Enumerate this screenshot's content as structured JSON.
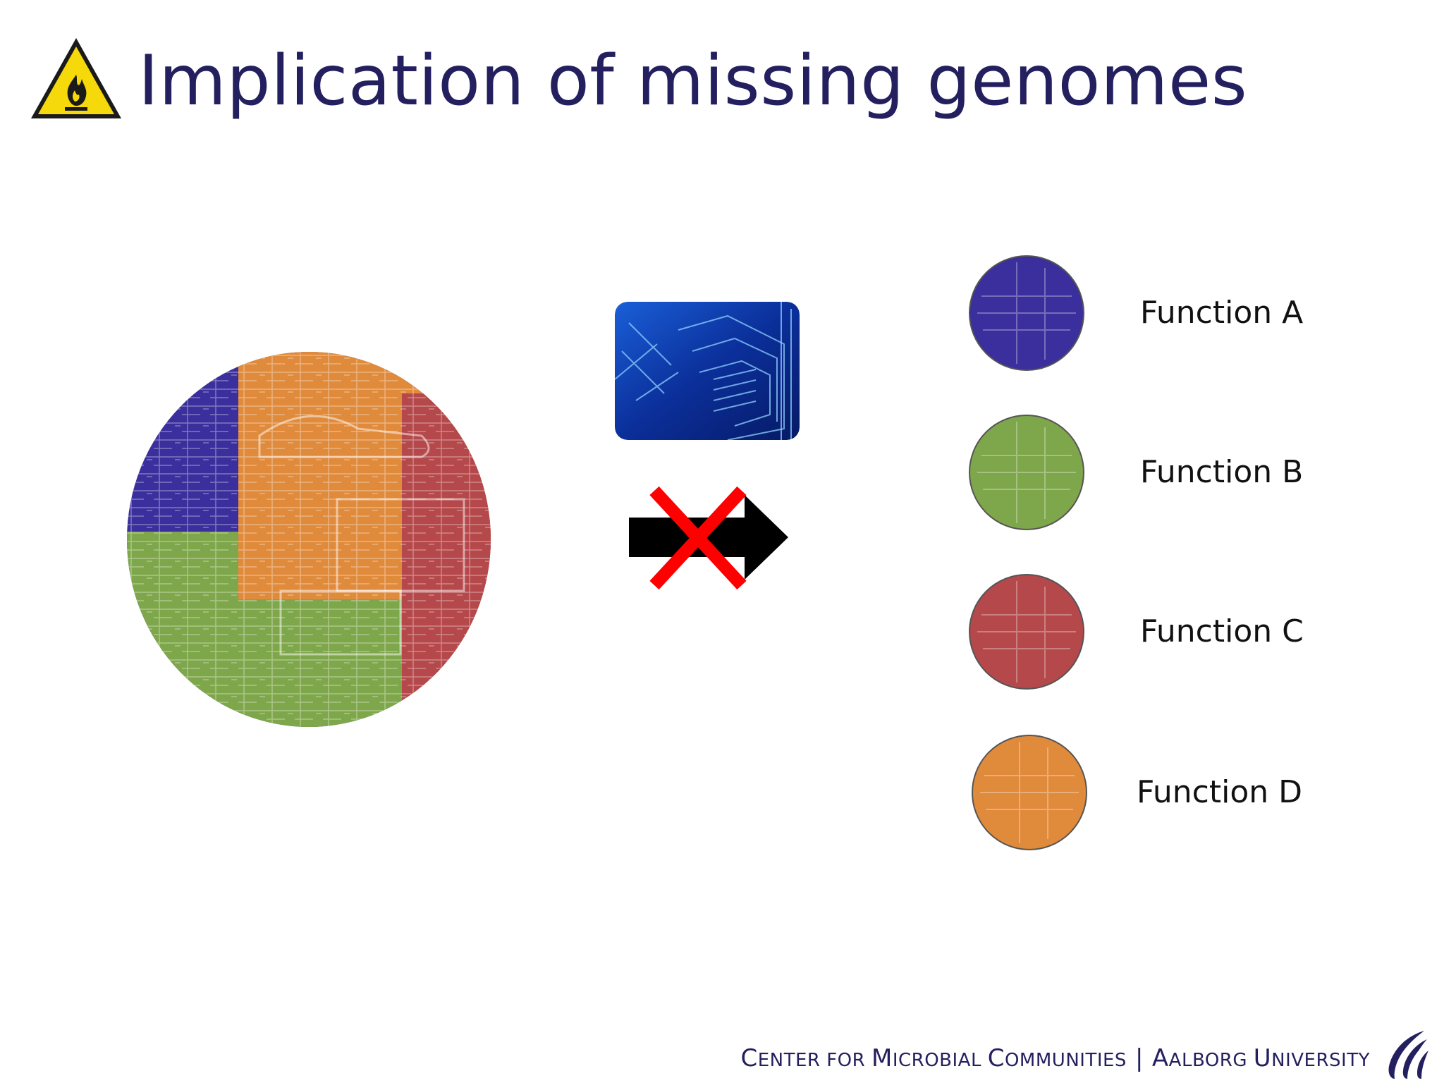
{
  "slide": {
    "title": "Implication of missing genomes",
    "icons": {
      "warning": "flammable-warning-icon",
      "database": "database-diagram-icon",
      "arrow": "right-arrow-icon",
      "cross": "red-x-icon",
      "logo": "aalborg-university-logo"
    }
  },
  "functions": [
    {
      "label": "Function A",
      "color": "#3a2f9c"
    },
    {
      "label": "Function B",
      "color": "#7ea64a"
    },
    {
      "label": "Function C",
      "color": "#b4484a"
    },
    {
      "label": "Function D",
      "color": "#e08a3c"
    }
  ],
  "genome_pieces": [
    {
      "color": "#3a2f9c"
    },
    {
      "color": "#e08a3c"
    },
    {
      "color": "#7ea64a"
    },
    {
      "color": "#b4484a"
    }
  ],
  "footer": {
    "left_C": "C",
    "left_rest": "ENTER FOR ",
    "left_M": "M",
    "left_rest2": "ICROBIAL ",
    "left_C2": "C",
    "left_rest3": "OMMUNITIES",
    "separator": "|",
    "right_A": "A",
    "right_rest": "ALBORG ",
    "right_U": "U",
    "right_rest2": "NIVERSITY"
  },
  "colors": {
    "title": "#241f5e",
    "cross": "#ff0000",
    "warning_fill": "#f5d90a"
  }
}
